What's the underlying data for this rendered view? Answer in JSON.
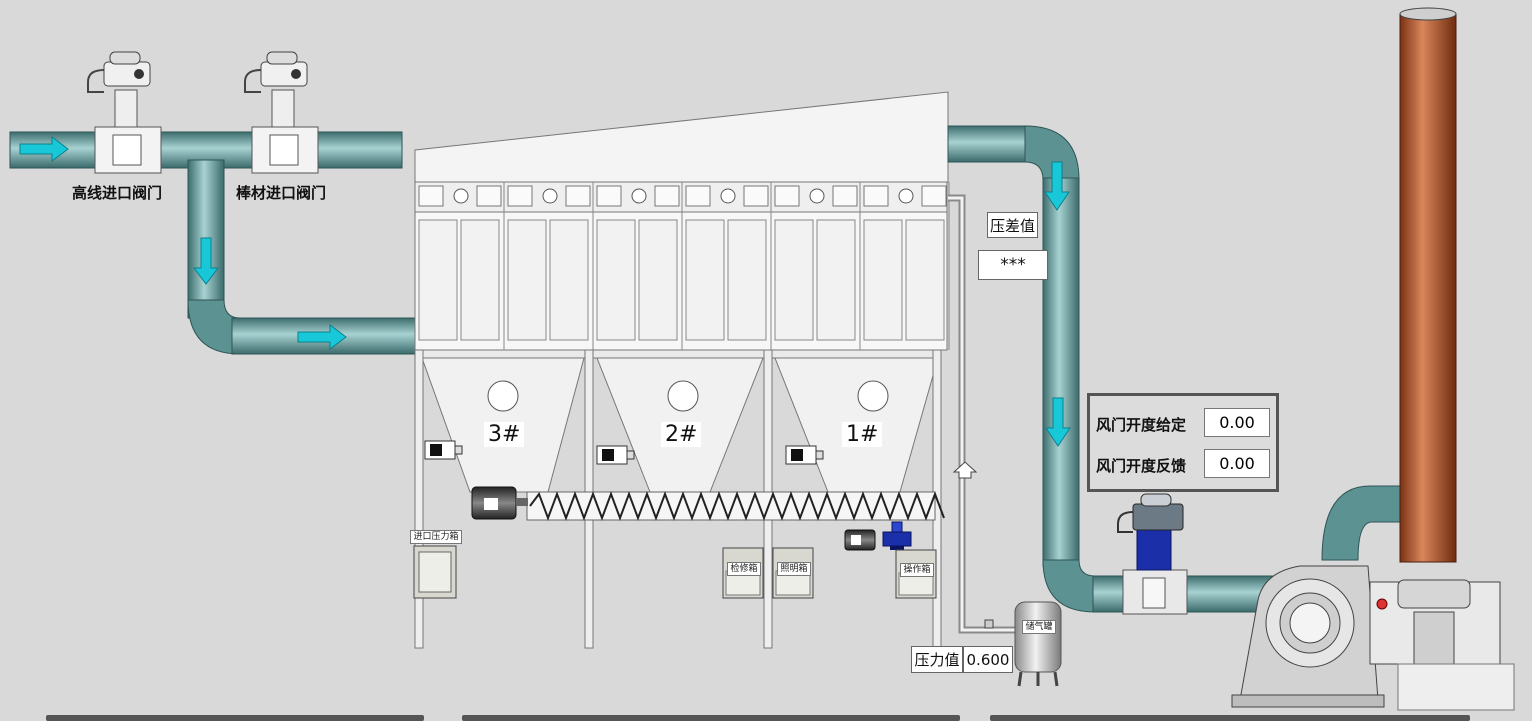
{
  "valves": {
    "high_line_inlet": "高线进口阀门",
    "bar_inlet": "棒材进口阀门"
  },
  "hoppers": [
    "3#",
    "2#",
    "1#"
  ],
  "pressure_diff": {
    "label": "压差值",
    "value": "***"
  },
  "damper_panel": {
    "setpoint_label": "风门开度给定",
    "setpoint_value": "0.00",
    "feedback_label": "风门开度反馈",
    "feedback_value": "0.00"
  },
  "pressure": {
    "label": "压力值",
    "value": "0.600"
  },
  "cabinets": {
    "inlet_pressure": "进口压力箱",
    "maintenance": "检修箱",
    "lighting": "照明箱",
    "operation": "操作箱",
    "air_tank": "储气罐"
  },
  "colors": {
    "duct": "#6fa7a8",
    "flow_arrow": "#19c8d8",
    "stack": "#b5582d"
  }
}
